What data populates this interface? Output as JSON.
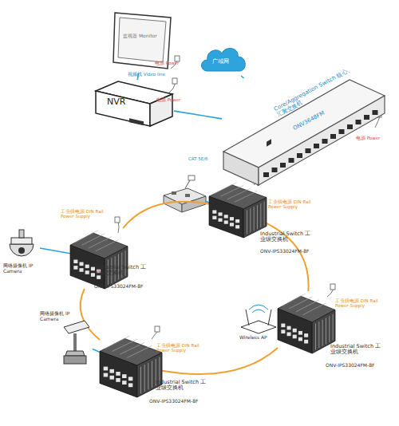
{
  "diagram": {
    "nodes": [
      {
        "text": [
          "监视器 Monitor"
        ]
      },
      {
        "text": [
          "NVR"
        ]
      },
      {
        "text": [
          "广域网"
        ]
      },
      {
        "text": [
          "Core/Aggregation Switch 核心、汇聚交换机",
          "ONV3648FM"
        ]
      },
      {
        "text": [
          "Industrial Switch 工业级交换机",
          "ONV-IPS33024FM-8F"
        ]
      },
      {
        "text": [
          "Industrial Switch 工业级交换机",
          "ONV-IPS33024FM-8F"
        ]
      },
      {
        "text": [
          "Industrial Switch 工业级交换机",
          "ONV-IPS33024FM-8F"
        ]
      },
      {
        "text": [
          "Industrial Switch 工业级交换机",
          "ONV-IPS33024FM-8F"
        ]
      },
      {
        "text": [
          "网络摄像机 IP Camera"
        ]
      },
      {
        "text": [
          "网络摄像机 IP Camera"
        ]
      },
      {
        "text": [
          "Wireless AP"
        ]
      }
    ],
    "edges": [
      {
        "from": 0,
        "to": 1,
        "arrow": "none"
      },
      {
        "from": 1,
        "to": 3,
        "arrow": "none"
      },
      {
        "from": 2,
        "to": 3,
        "arrow": "none"
      },
      {
        "from": 3,
        "to": 4,
        "arrow": "none"
      },
      {
        "from": 4,
        "to": 6,
        "arrow": "none"
      },
      {
        "from": 6,
        "to": 7,
        "arrow": "none"
      },
      {
        "from": 7,
        "to": 5,
        "arrow": "none"
      },
      {
        "from": 5,
        "to": 4,
        "arrow": "none"
      },
      {
        "from": 8,
        "to": 5,
        "arrow": "none"
      },
      {
        "from": 9,
        "to": 7,
        "arrow": "none"
      },
      {
        "from": 10,
        "to": 6,
        "arrow": "none"
      }
    ],
    "labels": [
      "电源 Power",
      "视频线 Video line",
      "电源 Power",
      "CAT 5E/6",
      "电源 Power",
      "工业级电源 DIN Rail Power Supply",
      "工业级电源 DIN Rail Power Supply",
      "工业级电源 DIN Rail Power Supply",
      "工业级电源 DIN Rail Power Supply"
    ]
  }
}
